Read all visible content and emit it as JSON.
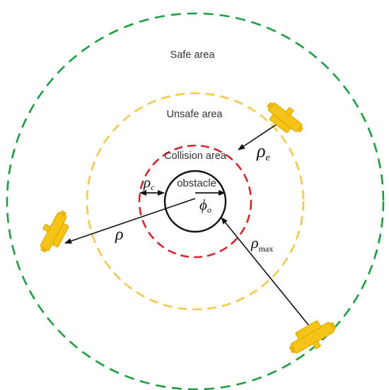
{
  "zones": {
    "safe": {
      "label": "Safe area",
      "color": "#1a9e3f"
    },
    "unsafe": {
      "label": "Unsafe area",
      "color": "#f2c84b"
    },
    "collision": {
      "label": "Collision area",
      "color": "#d6262b"
    }
  },
  "obstacle": {
    "label": "obstacle",
    "outline": "#111111"
  },
  "symbols": {
    "rho_c": {
      "base": "ρ",
      "sub": "c"
    },
    "phi_o": {
      "base": "ϕ",
      "sub": "o"
    },
    "rho": {
      "base": "ρ"
    },
    "rho_e": {
      "base": "ρ",
      "sub": "e"
    },
    "rho_max": {
      "base": "ρ",
      "sub": "max"
    }
  },
  "colors": {
    "robot": "#f5c416",
    "robot_edge": "#d9a400",
    "arrow": "#111111"
  }
}
